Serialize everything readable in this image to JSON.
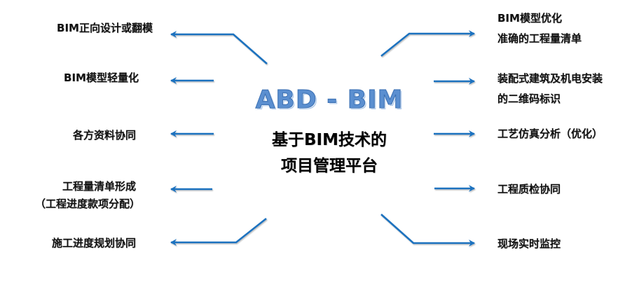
{
  "colors": {
    "arrow": "#1f72bf",
    "title": "#5b8fd0",
    "text": "#111111"
  },
  "center": {
    "title": "ABD - BIM",
    "subtitle_line1": "基于BIM技术的",
    "subtitle_line2": "项目管理平台"
  },
  "left_items": [
    {
      "lines": [
        "BIM正向设计或翻模"
      ]
    },
    {
      "lines": [
        "BIM模型轻量化"
      ]
    },
    {
      "lines": [
        "各方资料协同"
      ]
    },
    {
      "lines": [
        "工程量清单形成",
        "（工程进度款项分配）"
      ]
    },
    {
      "lines": [
        "施工进度规划协同"
      ]
    }
  ],
  "right_items": [
    {
      "lines": [
        "BIM模型优化",
        "准确的工程量清单"
      ]
    },
    {
      "lines": [
        "装配式建筑及机电安装",
        "的二维码标识"
      ]
    },
    {
      "lines": [
        "工艺仿真分析（优化）"
      ]
    },
    {
      "lines": [
        "工程质检协同"
      ]
    },
    {
      "lines": [
        "现场实时监控"
      ]
    }
  ]
}
